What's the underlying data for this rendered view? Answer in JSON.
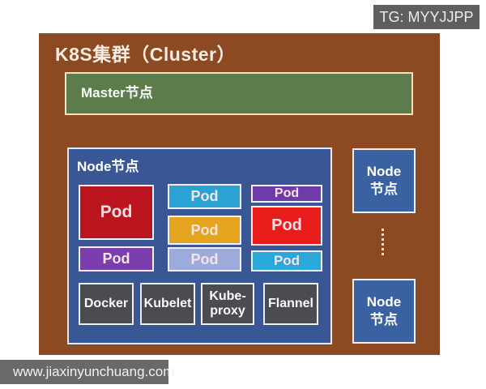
{
  "page": {
    "background": "#ffffff"
  },
  "badge": {
    "label": "TG: MYYJJPP",
    "color": "#5f5f5f"
  },
  "watermark_bar": {
    "url": "www.jiaxinyunchuang.com",
    "color": "#696969"
  },
  "diagram": {
    "title": "K8S集群（Cluster）",
    "background": "#8c4a22",
    "master_node": {
      "label": "Master节点",
      "color": "#5c7d4b",
      "border_color": "#ece5bd"
    },
    "main_node": {
      "label": "Node节点",
      "color": "#3a5795",
      "pods": [
        {
          "label": "Pod",
          "color": "#bb151f",
          "position": "left-large"
        },
        {
          "label": "Pod",
          "color": "#7b3dab",
          "position": "left-bottom"
        },
        {
          "label": "Pod",
          "color": "#2aa2d4",
          "position": "middle-top"
        },
        {
          "label": "Pod",
          "color": "#e5a41d",
          "position": "middle-center"
        },
        {
          "label": "Pod",
          "color": "#9cabdc",
          "position": "middle-bottom"
        },
        {
          "label": "Pod",
          "color": "#6e3ca8",
          "position": "right-top"
        },
        {
          "label": "Pod",
          "color": "#e91c1c",
          "position": "right-center"
        },
        {
          "label": "Pod",
          "color": "#2aa8da",
          "position": "right-bottom"
        }
      ],
      "components": [
        {
          "label": "Docker"
        },
        {
          "label": "Kubelet"
        },
        {
          "label": "Kube-\nproxy"
        },
        {
          "label": "Flannel"
        }
      ],
      "component_color": "#4b4b52"
    },
    "side_nodes": [
      {
        "label": "Node\n节点"
      },
      {
        "label": "Node\n节点"
      }
    ],
    "side_node_color": "#3a62a2"
  }
}
